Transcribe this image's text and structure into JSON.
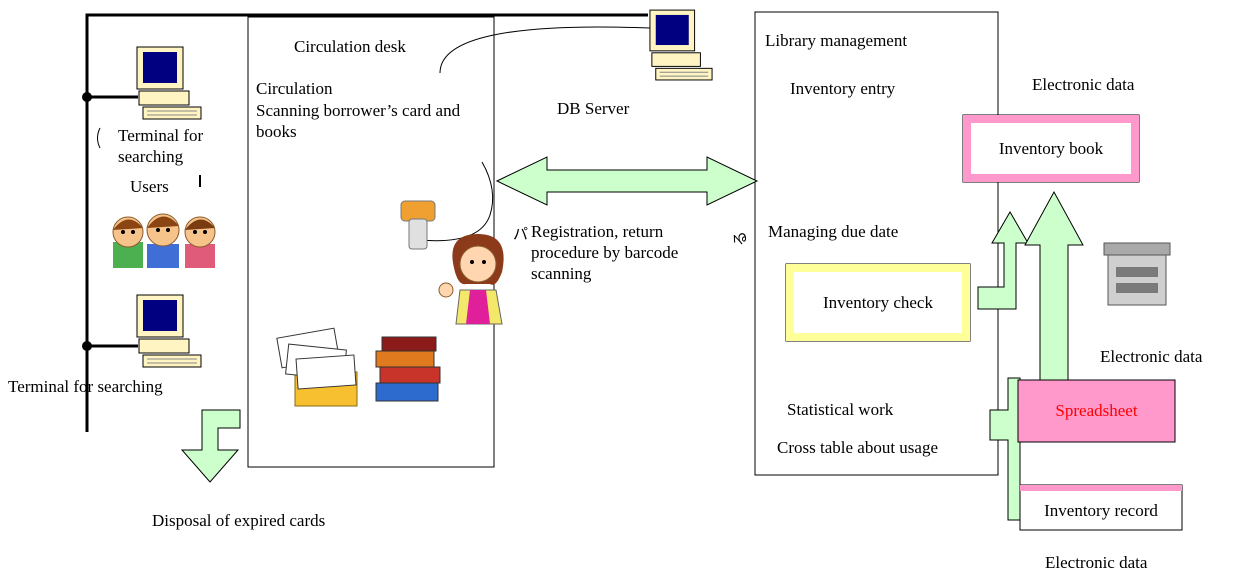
{
  "circulation": {
    "title": "Circulation desk",
    "sub_label": "Circulation",
    "scanning": "Scanning borrower’s card and books",
    "db_server": "DB Server",
    "registration": "Registration, return procedure by barcode scanning",
    "glyph_pa": "パ",
    "glyph_ru": "る"
  },
  "users_area": {
    "terminal_top": "Terminal for searching",
    "users": "Users",
    "terminal_bottom": "Terminal for searching",
    "disposal": "Disposal of expired cards"
  },
  "library": {
    "title": "Library management",
    "inventory_entry": "Inventory entry",
    "managing_due_date": "Managing due date",
    "statistical_work": "Statistical work",
    "cross_table": "Cross table about usage"
  },
  "right_side": {
    "electronic_data_top": "Electronic data",
    "electronic_data_middle": "Electronic data",
    "electronic_data_bottom": "Electronic data",
    "inventory_book": "Inventory book",
    "inventory_check": "Inventory check",
    "spreadsheet": "Spreadsheet",
    "inventory_record": "Inventory record"
  },
  "colors": {
    "arrow_fill": "#ccffcc",
    "inventory_book_border": "#ff99cc",
    "inventory_check_border": "#ffff99",
    "spreadsheet_fill": "#ff99cc",
    "spreadsheet_text": "#ff0000",
    "monitor_screen": "#000080",
    "computer_body": "#fff4c2"
  },
  "icons": [
    "computer-icon",
    "barcode-scanner-icon",
    "librarian-icon",
    "children-icon",
    "cards-icon",
    "books-icon",
    "copier-icon"
  ]
}
